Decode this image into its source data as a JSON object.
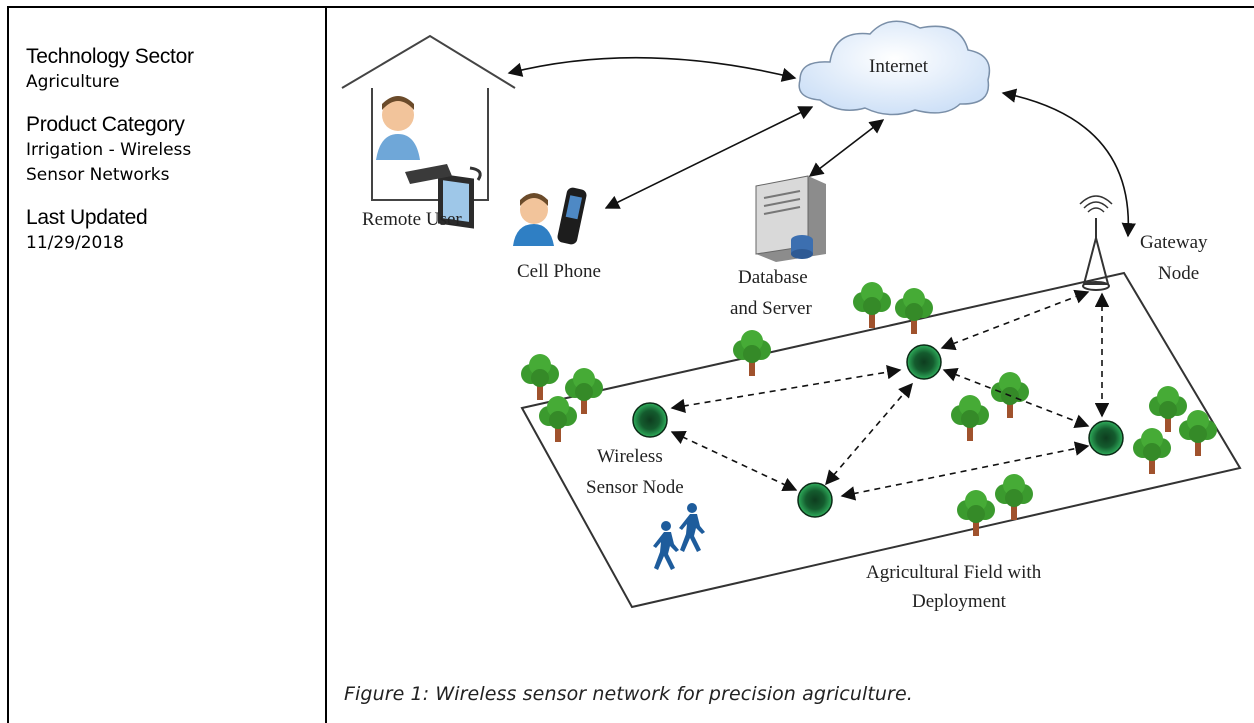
{
  "sidebar": {
    "technology_sector_title": "Technology Sector",
    "technology_sector_value": "Agriculture",
    "product_category_title": "Product Category",
    "product_category_value_line1": "Irrigation - Wireless",
    "product_category_value_line2": "Sensor Networks",
    "last_updated_title": "Last Updated",
    "last_updated_value": "11/29/2018"
  },
  "diagram": {
    "internet": "Internet",
    "remote_user": "Remote User",
    "cell_phone": "Cell Phone",
    "database_line1": "Database",
    "database_line2": "and Server",
    "gateway_line1": "Gateway",
    "gateway_line2": "Node",
    "sensor_line1": "Wireless",
    "sensor_line2": "Sensor Node",
    "field_line1": "Agricultural Field with",
    "field_line2": "Deployment"
  },
  "caption": "Figure 1: Wireless sensor network for precision agriculture.",
  "colors": {
    "node_dark": "#0e3d1f",
    "node_light": "#1f8a45",
    "tree_green": "#3b9a2e",
    "trunk_brown": "#a0522d",
    "walker_blue": "#1e5c9c",
    "cloud_fill": "#dbe9fa"
  }
}
